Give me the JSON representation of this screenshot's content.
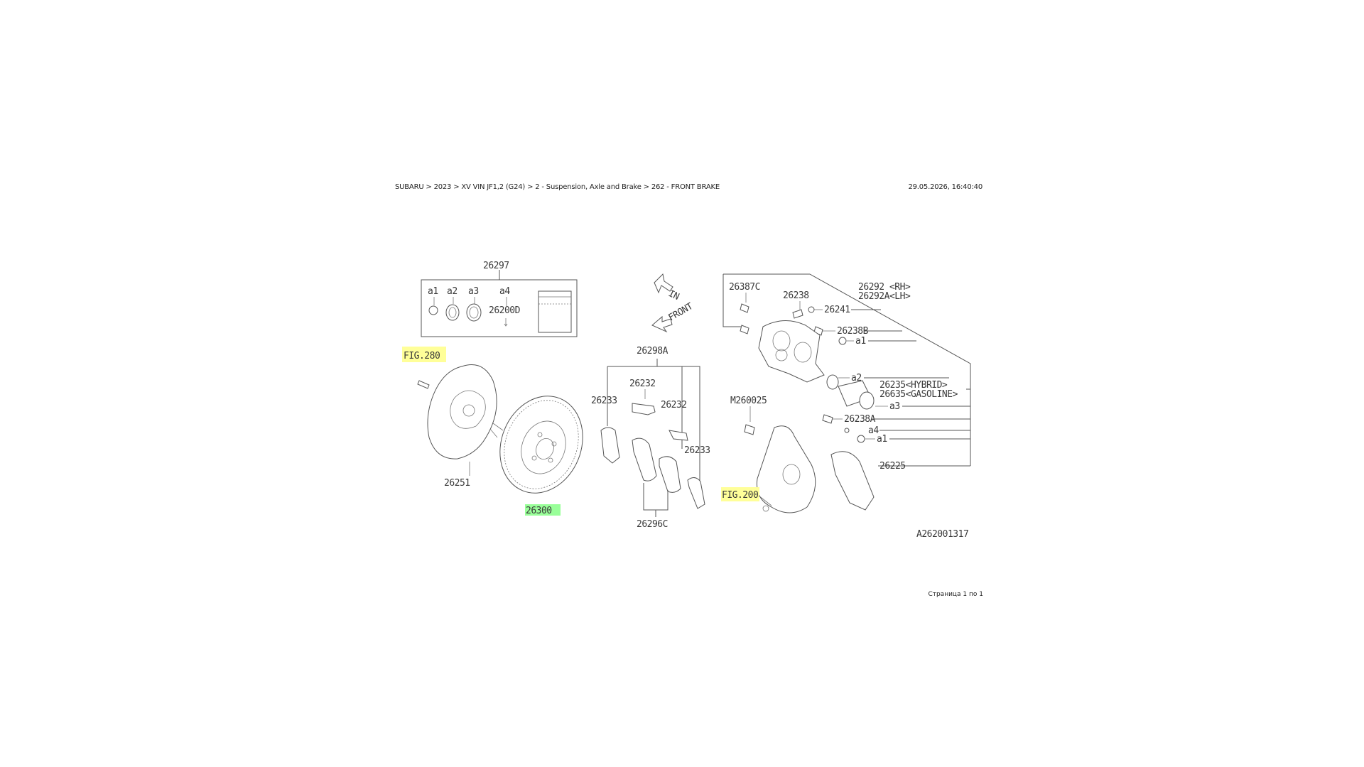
{
  "header": {
    "breadcrumb": "SUBARU > 2023 > XV VIN JF1,2 (G24) > 2 - Suspension, Axle and Brake > 262 - FRONT BRAKE",
    "timestamp": "29.05.2026, 16:40:40"
  },
  "footer": {
    "page": "Страница 1 по 1"
  },
  "diagram": {
    "id": "A262001317",
    "direction_labels": {
      "in": "IN",
      "front": "FRONT"
    },
    "highlight_colors": {
      "fig_ref": "#ffff99",
      "selected_part": "#99ff99"
    },
    "labels": {
      "kit": "26297",
      "kit_a1": "a1",
      "kit_a2": "a2",
      "kit_a3": "a3",
      "kit_a4": "a4",
      "kit_grease": "26200D",
      "fig_left": "FIG.280",
      "backing_plate": "26251",
      "rotor": "26300",
      "pad_kit": "26298A",
      "pad_clip_top": "26232",
      "pad_shim_left": "26233",
      "pad_shim_right": "26233",
      "pad_clip_right": "26232",
      "pad_set": "26296C",
      "bolt_top": "26387C",
      "pin": "26238",
      "caliper_rh": "26292 <RH>",
      "caliper_lh": "26292A<LH>",
      "bleeder": "26241",
      "pin_boot": "26238B",
      "ring_a1_top": "a1",
      "seal_a2": "a2",
      "piston_hybrid": "26235<HYBRID>",
      "piston_gas": "26635<GASOLINE>",
      "piston_a3": "a3",
      "pin_lower": "26238A",
      "ring_a4": "a4",
      "ring_a1_bottom": "a1",
      "bolt_lower": "M260025",
      "bracket": "26225",
      "fig_right": "FIG.200"
    }
  }
}
